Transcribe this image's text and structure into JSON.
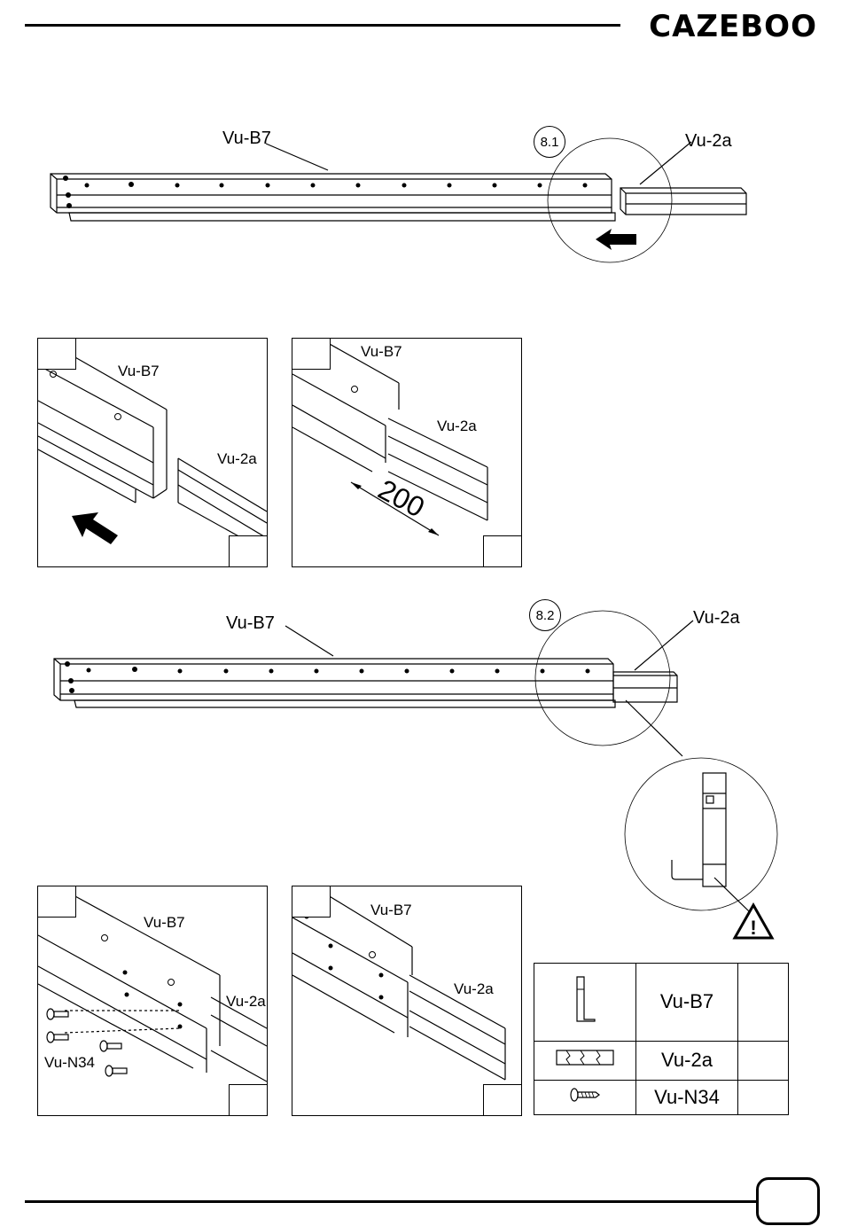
{
  "header": {
    "brand": "CAZEBOO"
  },
  "labels": {
    "beam": "Vu-B7",
    "rail": "Vu-2a",
    "screw": "Vu-N34"
  },
  "steps": {
    "first": "8.1",
    "second": "8.2"
  },
  "measurement": {
    "offset": "200"
  },
  "parts_table": {
    "rows": [
      {
        "icon": "beam-profile-icon",
        "name": "Vu-B7",
        "qty": ""
      },
      {
        "icon": "rail-profile-icon",
        "name": "Vu-2a",
        "qty": ""
      },
      {
        "icon": "screw-icon",
        "name": "Vu-N34",
        "qty": ""
      }
    ]
  },
  "warning": {
    "icon": "warning-triangle-icon",
    "symbol": "!"
  },
  "footer": {
    "page_number": ""
  }
}
